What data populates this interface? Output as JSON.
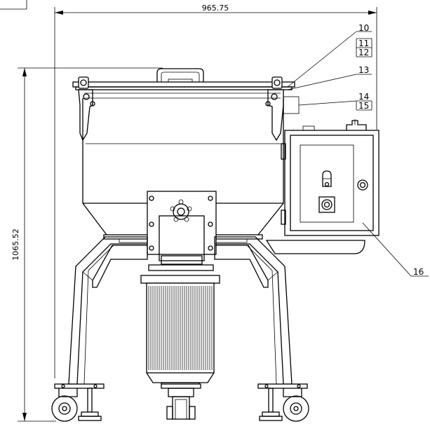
{
  "drawing": {
    "dimensions": {
      "width": "965.75",
      "height": "1065.52"
    },
    "callouts": [
      "10",
      "11",
      "12",
      "13",
      "14",
      "15",
      "16"
    ]
  }
}
